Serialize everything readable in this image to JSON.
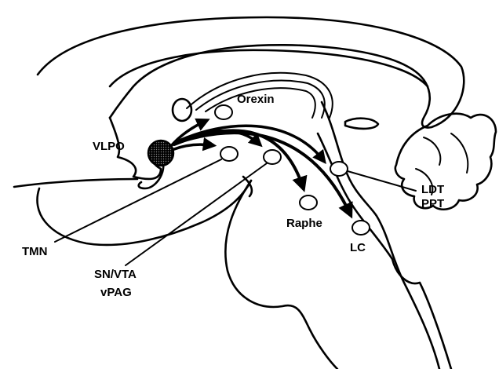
{
  "labels": {
    "vlpo": "VLPO",
    "orexin": "Orexin",
    "tmn": "TMN",
    "sn_vta": "SN/VTA",
    "vpag": "vPAG",
    "raphe": "Raphe",
    "lc": "LC",
    "ldt": "LDT",
    "ppt": "PPT"
  },
  "colors": {
    "line": "#000000",
    "background": "#ffffff"
  }
}
